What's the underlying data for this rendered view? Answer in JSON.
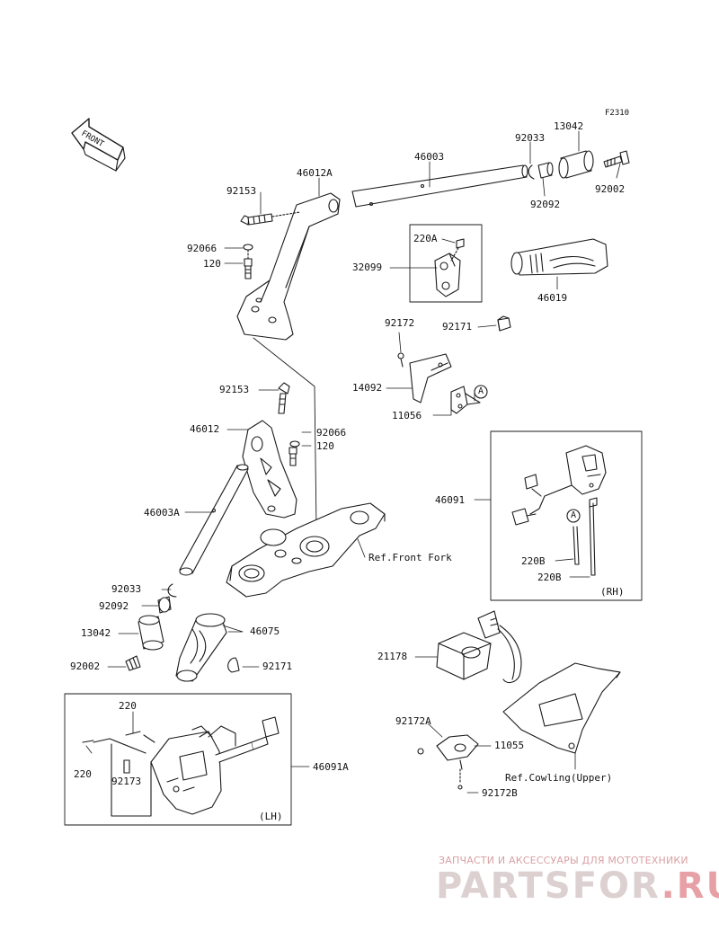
{
  "figure_code": "F2310",
  "front_arrow": "FRONT",
  "labels": {
    "l46003": "46003",
    "l92033a": "92033",
    "l13042a": "13042",
    "l46012A": "46012A",
    "l92153a": "92153",
    "l92002a": "92002",
    "l92092a": "92092",
    "l92066a": "92066",
    "l120a": "120",
    "l220A": "220A",
    "l32099": "32099",
    "l46019": "46019",
    "l92172a": "92172",
    "l92171a": "92171",
    "l14092": "14092",
    "l11056": "11056",
    "calloutA1": "A",
    "l92153b": "92153",
    "l46012": "46012",
    "l92066b": "92066",
    "l120b": "120",
    "l46003A": "46003A",
    "refFrontFork": "Ref.Front Fork",
    "l46091": "46091",
    "calloutA2": "A",
    "l220Ba": "220B",
    "l220Bb": "220B",
    "rh": "(RH)",
    "l92033b": "92033",
    "l92092b": "92092",
    "l46075": "46075",
    "l13042b": "13042",
    "l92002b": "92002",
    "l92171b": "92171",
    "l21178": "21178",
    "l220a": "220",
    "l46091A": "46091A",
    "l92172A": "92172A",
    "l11055": "11055",
    "l220b": "220",
    "refCowling": "Ref.Cowling(Upper)",
    "l92173": "92173",
    "l92172B": "92172B",
    "lh": "(LH)"
  },
  "watermark": {
    "line1": "ЗАПЧАСТИ И АКСЕССУАРЫ ДЛЯ МОТОТЕХНИКИ",
    "brand_main": "PARTSFOR",
    "brand_tld": ".RU"
  }
}
